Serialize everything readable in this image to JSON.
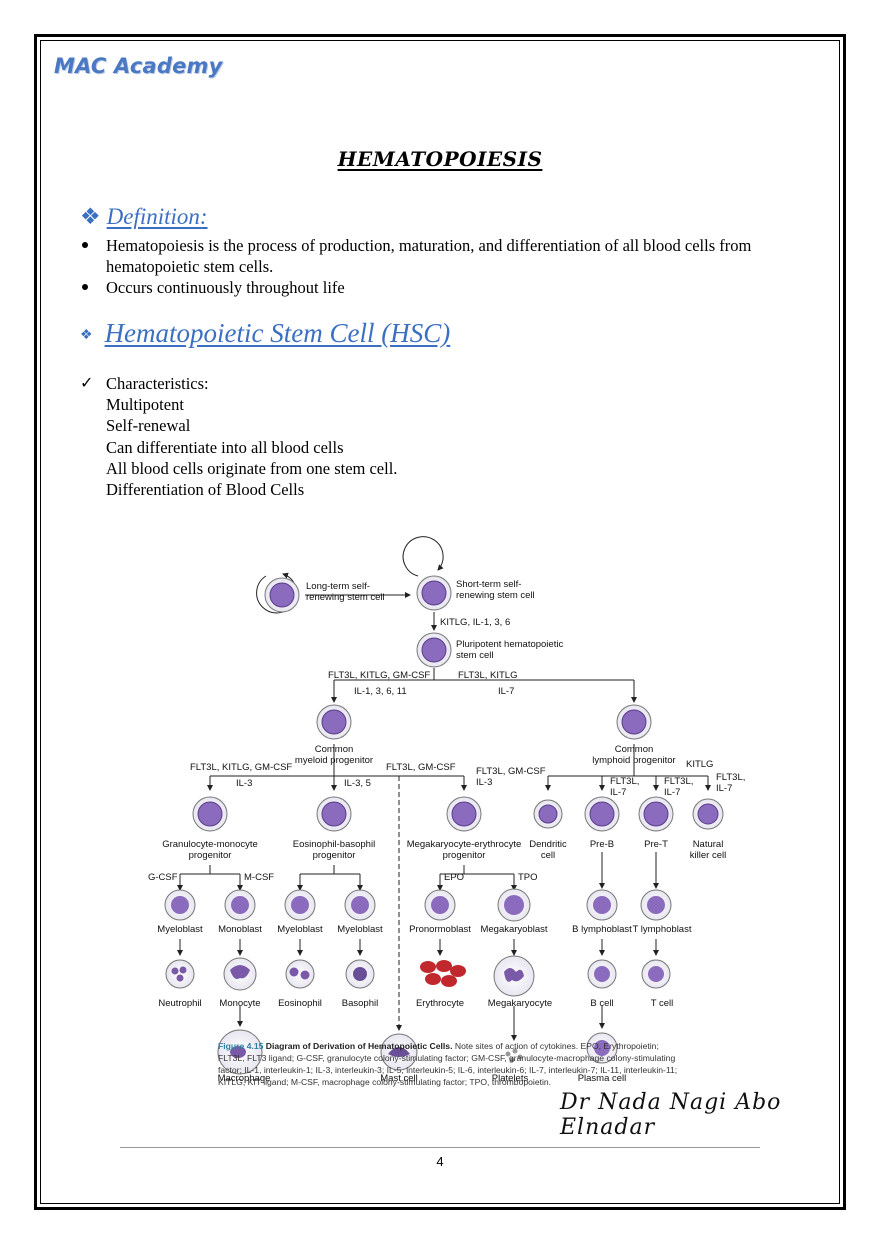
{
  "header": {
    "brand": "MAC Academy"
  },
  "title": "Hematopoiesis",
  "definition": {
    "heading": "Definition:",
    "bullets": [
      "Hematopoiesis is the process of production, maturation, and differentiation of all blood cells from hematopoietic stem cells.",
      "Occurs continuously throughout life"
    ]
  },
  "hsc": {
    "heading": "Hematopoietic Stem Cell (HSC)",
    "characteristics_label": "Characteristics:",
    "items": [
      "Multipotent",
      "Self-renewal",
      "Can differentiate into all blood cells",
      "All blood cells originate from one stem cell.",
      "Differentiation of Blood Cells"
    ]
  },
  "figure": {
    "labels": {
      "lt": [
        "Long-term self-",
        "renewing stem cell"
      ],
      "st": [
        "Short-term self-",
        "renewing stem cell"
      ],
      "kitlg1": "KITLG, IL-1, 3, 6",
      "php": [
        "Pluripotent hematopoietic",
        "stem cell"
      ],
      "left_cyt": [
        "FLT3L, KITLG, GM-CSF",
        "IL-1, 3, 6, 11"
      ],
      "right_cyt": [
        "FLT3L, KITLG",
        "IL-7"
      ],
      "cmp": [
        "Common",
        "myeloid progenitor"
      ],
      "clp": [
        "Common",
        "lymphoid progenitor"
      ],
      "cmp_cyt1": [
        "FLT3L, KITLG, GM-CSF",
        "IL-3"
      ],
      "cmp_cyt2": "IL-3, 5",
      "cmp_cyt3": "FLT3L, GM-CSF",
      "cmp_cyt4": [
        "FLT3L, GM-CSF",
        "IL-3"
      ],
      "kitlg2": "KITLG",
      "flt1": [
        "FLT3L,",
        "IL-7"
      ],
      "flt2": [
        "FLT3L,",
        "IL-7"
      ],
      "flt3": [
        "FLT3L,",
        "IL-7"
      ],
      "gmp": [
        "Granulocyte-monocyte",
        "progenitor"
      ],
      "ebp": [
        "Eosinophil-basophil",
        "progenitor"
      ],
      "mep": [
        "Megakaryocyte-erythrocyte",
        "progenitor"
      ],
      "dc": [
        "Dendritic",
        "cell"
      ],
      "preb": "Pre-B",
      "pret": "Pre-T",
      "nk": [
        "Natural",
        "killer cell"
      ],
      "gcsf": "G-CSF",
      "mcsf": "M-CSF",
      "epo": "EPO",
      "tpo": "TPO",
      "myeloblast1": "Myeloblast",
      "monoblast": "Monoblast",
      "myeloblast2": "Myeloblast",
      "myeloblast3": "Myeloblast",
      "pronormoblast": "Pronormoblast",
      "megakaryoblast": "Megakaryoblast",
      "blympho": "B lymphoblast",
      "tlympho": "T lymphoblast",
      "neutrophil": "Neutrophil",
      "monocyte": "Monocyte",
      "eosinophil": "Eosinophil",
      "basophil": "Basophil",
      "erythrocyte": "Erythrocyte",
      "megakaryocyte": "Megakaryocyte",
      "bcell": "B cell",
      "tcell": "T cell",
      "macrophage": "Macrophage",
      "mastcell": "Mast cell",
      "platelets": "Platelets",
      "plasma": "Plasma cell"
    },
    "caption": {
      "fig_label": "Figure 4.15",
      "fig_title": "Diagram of Derivation of Hematopoietic Cells.",
      "text": "Note sites of action of cytokines. EPO, Erythropoietin; FLT3L, FLT3 ligand; G-CSF, granulocyte colony-stimulating factor; GM-CSF, granulocyte-macrophage colony-stimulating factor; IL-1, interleukin-1; IL-3, interleukin-3; IL-5, interleukin-5; IL-6, interleukin-6; IL-7, interleukin-7; IL-11, interleukin-11; KITLG, KIT ligand; M-CSF, macrophage colony-stimulating factor; TPO, thrombopoietin."
    }
  },
  "signature": "Dr Nada Nagi Abo Elnadar",
  "page_number": "4",
  "colors": {
    "brand": "#4a78c2",
    "heading": "#3b6fc2",
    "cell": "#7a5aa8",
    "rbc": "#c0282e"
  }
}
